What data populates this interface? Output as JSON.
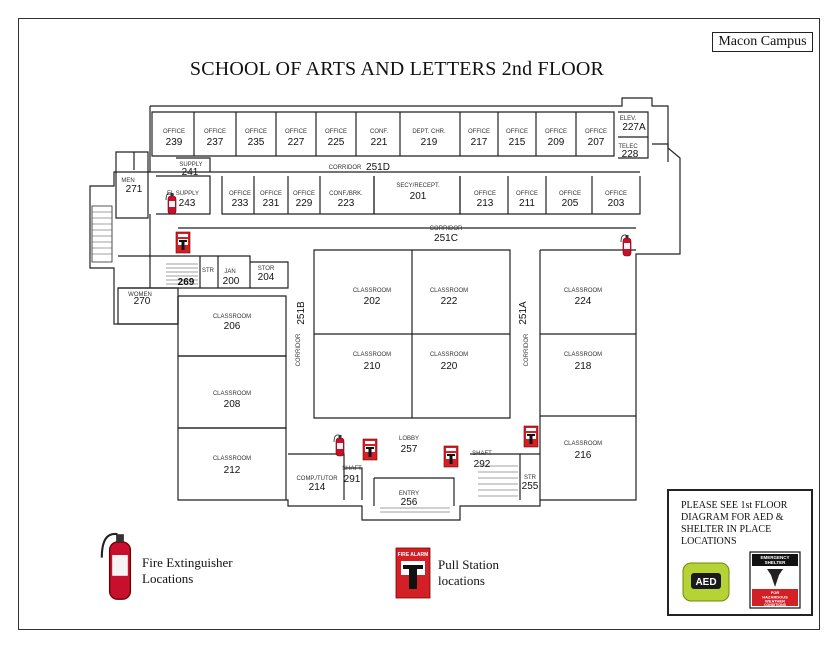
{
  "header": {
    "campus": "Macon Campus",
    "title": "SCHOOL OF ARTS AND LETTERS 2nd FLOOR"
  },
  "rooms_top": [
    {
      "label": "OFFICE",
      "number": "239"
    },
    {
      "label": "OFFICE",
      "number": "237"
    },
    {
      "label": "OFFICE",
      "number": "235"
    },
    {
      "label": "OFFICE",
      "number": "227"
    },
    {
      "label": "OFFICE",
      "number": "225"
    },
    {
      "label": "CONF.",
      "number": "221"
    },
    {
      "label": "DEPT. CHR.",
      "number": "219"
    },
    {
      "label": "OFFICE",
      "number": "217"
    },
    {
      "label": "OFFICE",
      "number": "215"
    },
    {
      "label": "OFFICE",
      "number": "209"
    },
    {
      "label": "OFFICE",
      "number": "207"
    }
  ],
  "rooms_mid": [
    {
      "label": "OFFICE",
      "number": "233"
    },
    {
      "label": "OFFICE",
      "number": "231"
    },
    {
      "label": "OFFICE",
      "number": "229"
    },
    {
      "label": "CONF./BRK.",
      "number": "223"
    },
    {
      "label": "SECY/RECEPT.",
      "number": "201"
    },
    {
      "label": "OFFICE",
      "number": "213"
    },
    {
      "label": "OFFICE",
      "number": "211"
    },
    {
      "label": "OFFICE",
      "number": "205"
    },
    {
      "label": "OFFICE",
      "number": "203"
    }
  ],
  "misc": {
    "elev_label": "ELEV.",
    "elev_num": "227A",
    "telec_label": "TELEC",
    "telec_num": "228",
    "supply_label": "SUPPLY",
    "supply_num": "241",
    "elsupply_label": "EL SUPPLY",
    "elsupply_num": "243",
    "men_label": "MEN",
    "men_num": "271",
    "women_label": "WOMEN",
    "women_num": "270",
    "num_269": "269",
    "str_label": "STR",
    "jan_label": "JAN",
    "jan_num": "200",
    "stor_label": "STOR",
    "stor_num": "204",
    "lobby_label": "LOBBY",
    "lobby_num": "257",
    "shaft1_label": "SHAFT",
    "shaft1_num": "291",
    "shaft2_label": "SHAFT",
    "shaft2_num": "292",
    "copy_label": "COMP./TUTOR",
    "copy_num": "214",
    "entry_label": "ENTRY",
    "entry_num": "256",
    "str255_label": "STR",
    "str255_num": "255"
  },
  "corridors": {
    "c251d_label": "CORRIDOR",
    "c251d_num": "251D",
    "c251c_label": "CORRIDOR",
    "c251c_num": "251C",
    "c251b_label": "CORRIDOR",
    "c251b_num": "251B",
    "c251a_label": "CORRIDOR",
    "c251a_num": "251A"
  },
  "classrooms": [
    {
      "label": "CLASSROOM",
      "number": "206"
    },
    {
      "label": "CLASSROOM",
      "number": "208"
    },
    {
      "label": "CLASSROOM",
      "number": "212"
    },
    {
      "label": "CLASSROOM",
      "number": "202"
    },
    {
      "label": "CLASSROOM",
      "number": "222"
    },
    {
      "label": "CLASSROOM",
      "number": "210"
    },
    {
      "label": "CLASSROOM",
      "number": "220"
    },
    {
      "label": "CLASSROOM",
      "number": "224"
    },
    {
      "label": "CLASSROOM",
      "number": "218"
    },
    {
      "label": "CLASSROOM",
      "number": "216"
    }
  ],
  "legend": {
    "fire_extinguisher_line1": "Fire Extinguisher",
    "fire_extinguisher_line2": "Locations",
    "pull_station_line1": "Pull Station",
    "pull_station_line2": "locations",
    "pull_station_sign": "FIRE ALARM"
  },
  "note": {
    "text": "PLEASE SEE 1st FLOOR DIAGRAM FOR AED & SHELTER IN PLACE LOCATIONS",
    "aed_label": "AED",
    "shelter_line1": "EMERGENCY",
    "shelter_line2": "SHELTER",
    "shelter_line3": "FOR",
    "shelter_line4": "HAZARDOUS",
    "shelter_line5": "WEATHER",
    "shelter_line6": "CONDITIONS"
  },
  "icons": [
    "fire-extinguisher-icon",
    "pull-station-icon",
    "aed-icon",
    "shelter-sign-icon"
  ],
  "colors": {
    "alarm_red": "#d32027",
    "extinguisher_red": "#c8102e",
    "aed_green": "#b5d334"
  }
}
